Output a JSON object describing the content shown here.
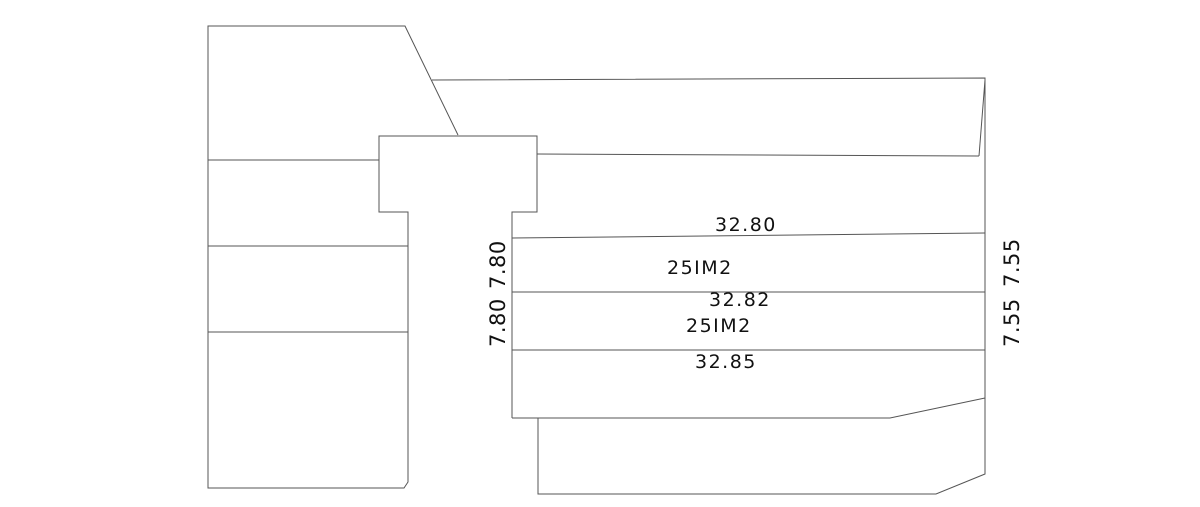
{
  "plan": {
    "lot_a": {
      "top_length": "32.80",
      "area": "25IM2",
      "left_side": "7.80",
      "right_side": "7.55"
    },
    "lot_b": {
      "top_length": "32.82",
      "area": "25IM2",
      "left_side": "7.80",
      "right_side": "7.55",
      "bottom_length": "32.85"
    }
  }
}
